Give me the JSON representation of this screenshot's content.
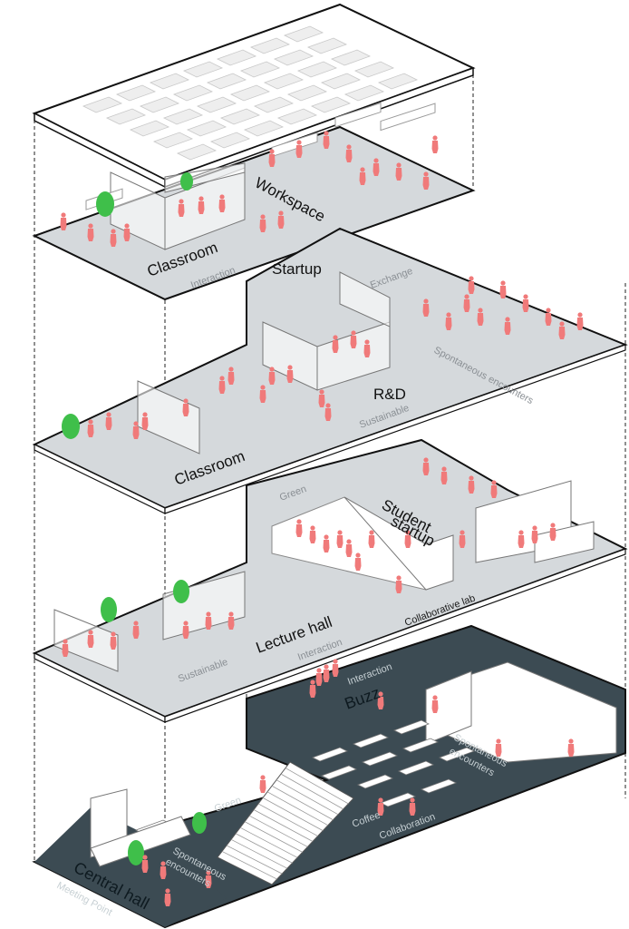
{
  "colors": {
    "floor_light": "#d5d9dc",
    "floor_dark": "#3c4b53",
    "person": "#f07a7a",
    "plant": "#3fbf4a",
    "outline": "#111111",
    "label_soft": "#8a8f94"
  },
  "levels": {
    "roof": {
      "panel_icon": "solar-panel-icon"
    },
    "level3": {
      "labels": {
        "workspace": "Workspace",
        "classroom": "Classroom",
        "interaction": "Interaction"
      }
    },
    "level2": {
      "labels": {
        "startup": "Startup",
        "exchange": "Exchange",
        "spontaneous_encounters": "Spontaneous encounters",
        "rd": "R&D",
        "sustainable": "Sustainable",
        "classroom": "Classroom"
      }
    },
    "level1": {
      "labels": {
        "green": "Green",
        "student_startup_1": "Student",
        "student_startup_2": "startup",
        "collaborative_lab": "Collaborative lab",
        "lecture_hall": "Lecture hall",
        "sustainable": "Sustainable",
        "interaction": "Interaction"
      }
    },
    "ground": {
      "labels": {
        "interaction": "Interaction",
        "buzz": "Buzz",
        "spontaneous_encounters_1": "Spontaneous",
        "spontaneous_encounters_2": "encounters",
        "green": "Green",
        "coffee": "Coffee",
        "collaboration": "Collaboration",
        "central_hall": "Central hall",
        "meeting_point": "Meeting Point",
        "spontaneous_left_1": "Spontaneous",
        "spontaneous_left_2": "encounters"
      }
    }
  }
}
